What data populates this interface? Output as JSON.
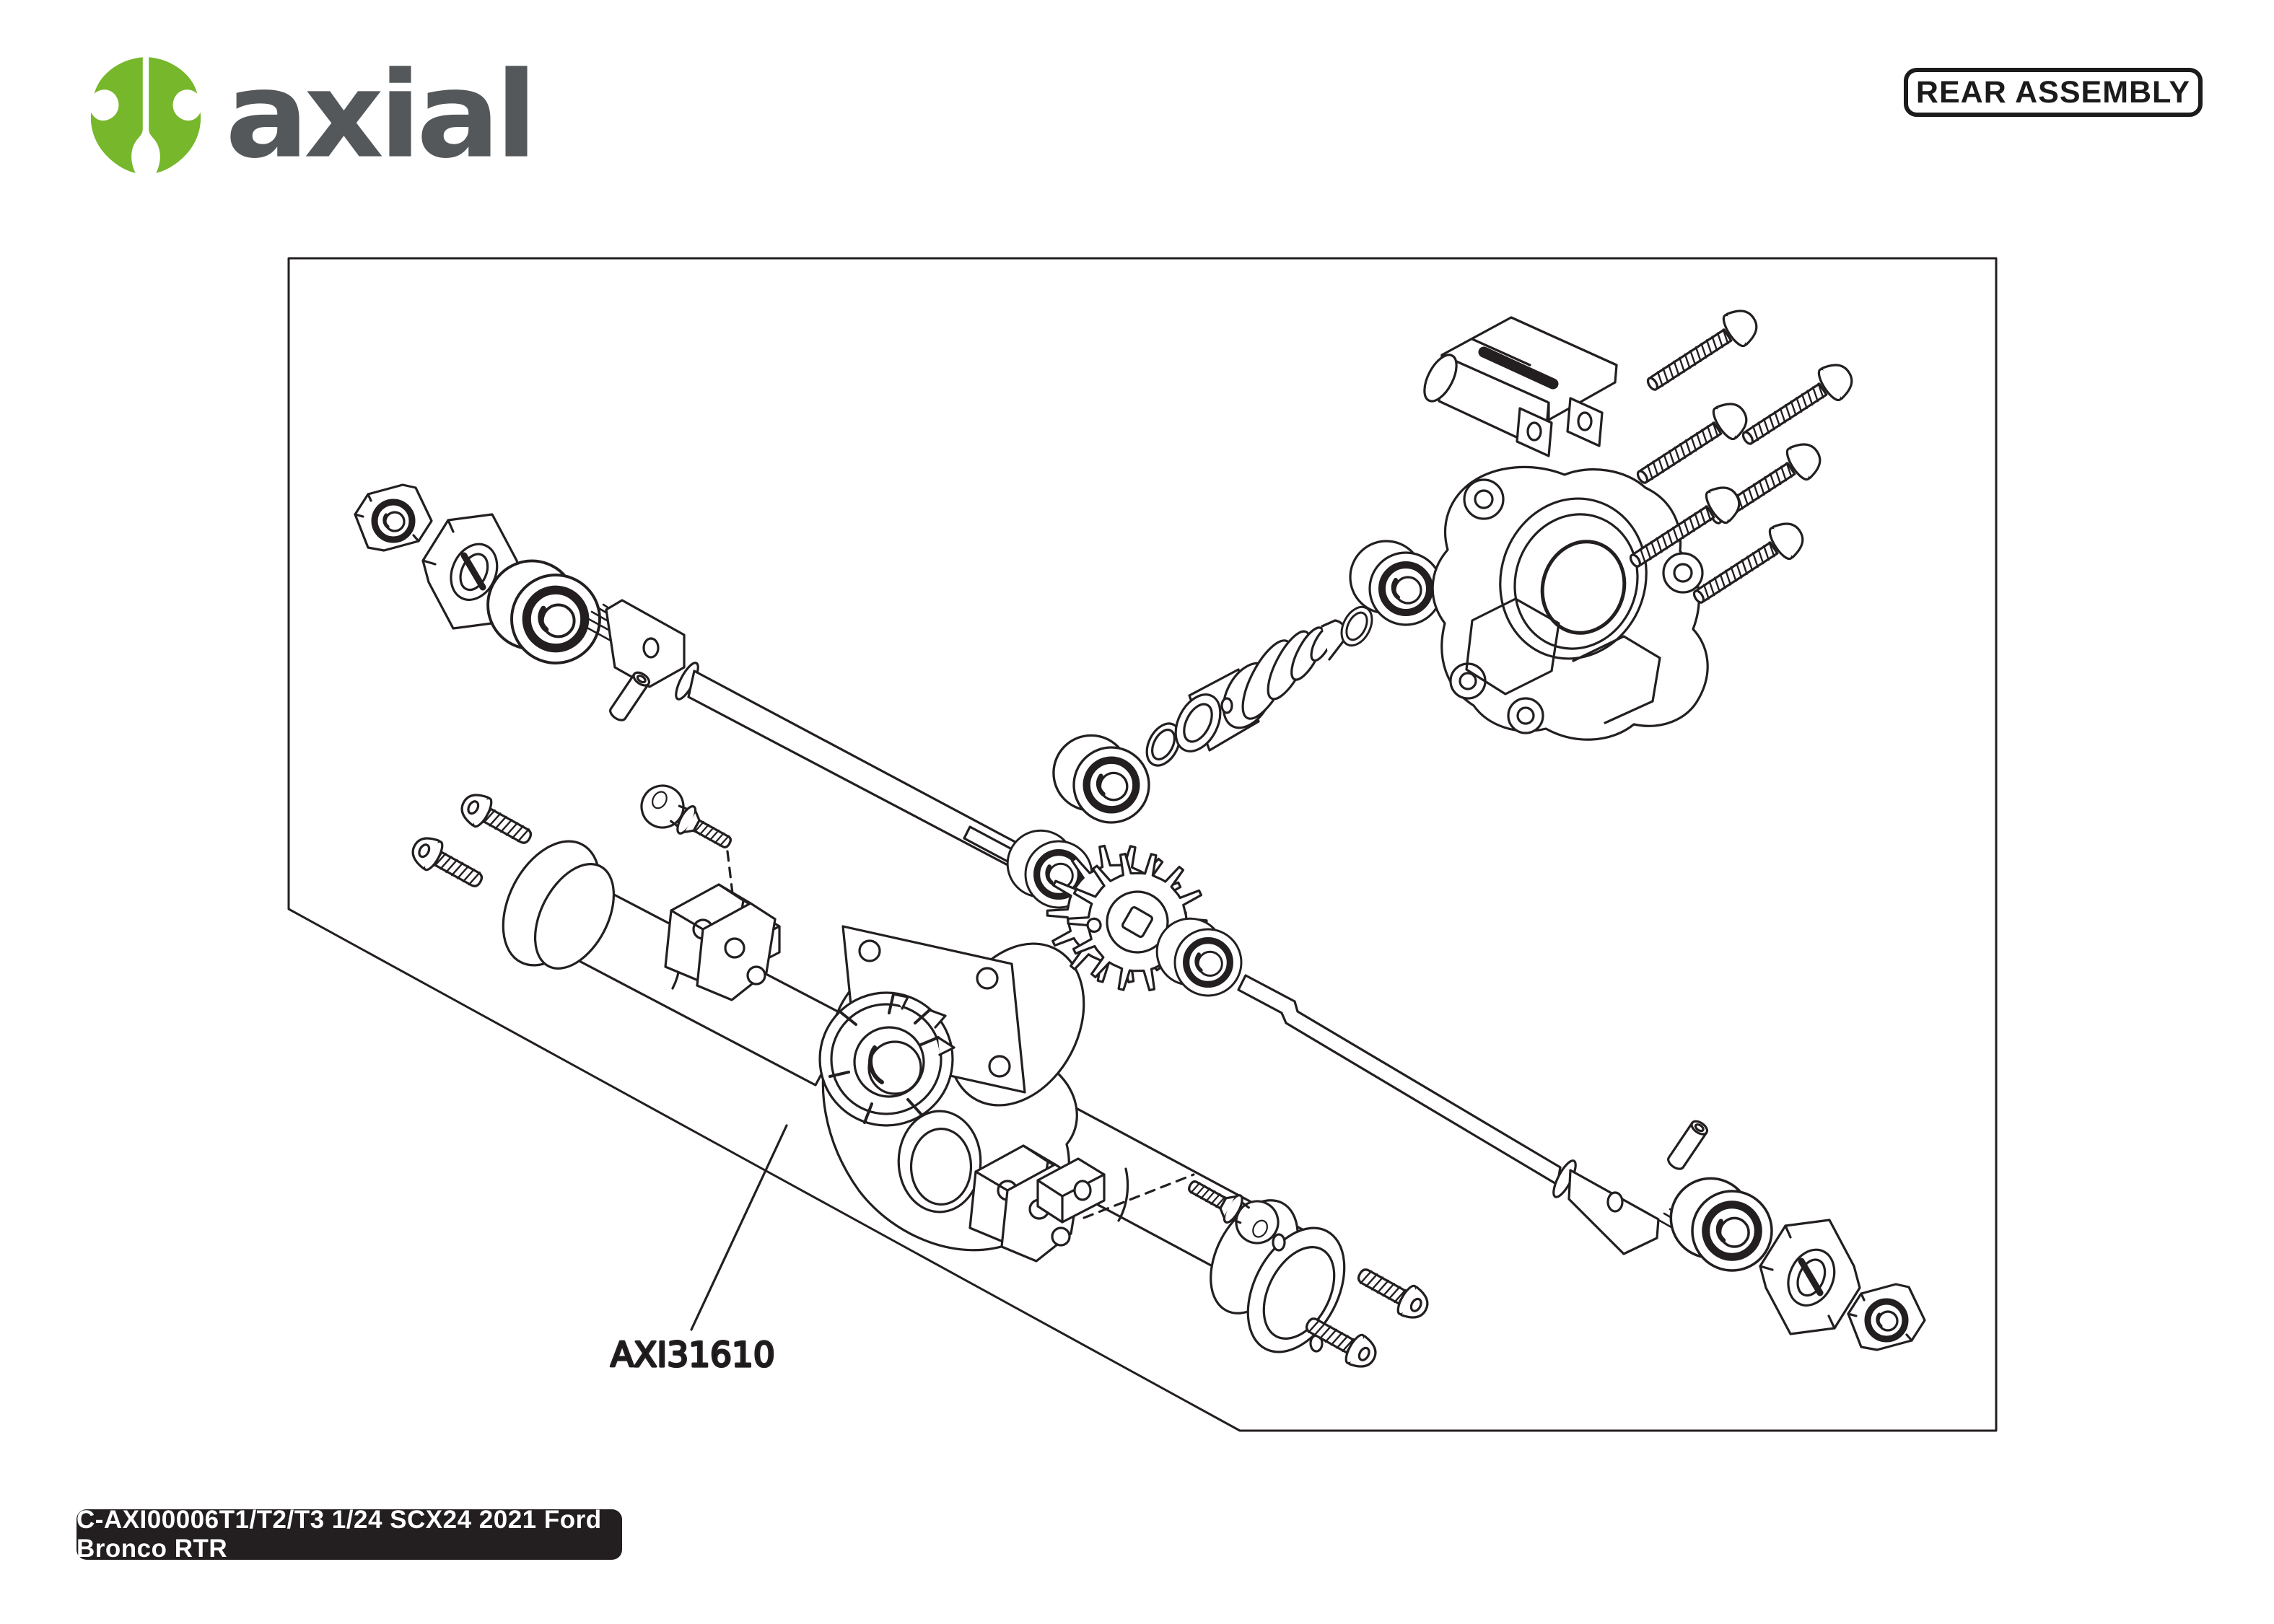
{
  "header": {
    "brand": "axial",
    "assembly_label": "REAR ASSEMBLY"
  },
  "diagram": {
    "part_label": "AXI31610",
    "parts_icons": [
      "lock-nut-icon",
      "wheel-hex-hub-icon",
      "bearing-icon",
      "rear-axle-shaft-icon",
      "drive-pin-icon",
      "ball-stud-icon",
      "button-head-screw-icon",
      "link-mount-bracket-icon",
      "axle-housing-icon",
      "diff-cover-flange-icon",
      "spur-gear-icon",
      "pinion-shaft-icon",
      "shim-washer-icon",
      "gearbox-housing-icon",
      "motor-mount-icon",
      "long-machine-screw-icon"
    ]
  },
  "footer": {
    "kit_label": "C-AXI00006T1/T2/T3 1/24 SCX24 2021 Ford Bronco RTR"
  },
  "colors": {
    "brand_green": "#76b72b",
    "brand_gray": "#54585a",
    "line_color": "#231f20",
    "background": "#ffffff"
  }
}
